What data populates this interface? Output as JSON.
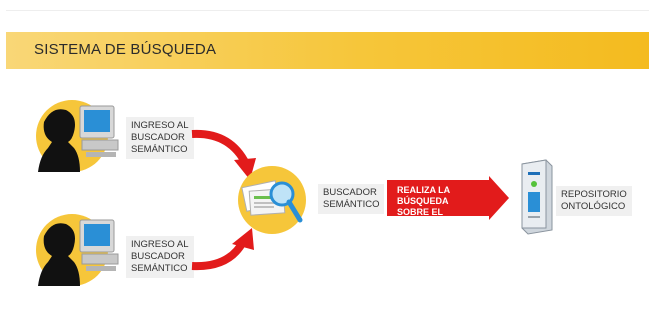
{
  "header": {
    "title": "SISTEMA DE BÚSQUEDA"
  },
  "user_top": {
    "label_lines": [
      "INGRESO AL",
      "BUSCADOR",
      "SEMÁNTICO"
    ]
  },
  "user_bottom": {
    "label_lines": [
      "INGRESO AL",
      "BUSCADOR",
      "SEMÁNTICO"
    ]
  },
  "search_engine": {
    "label_lines": [
      "BUSCADOR",
      "SEMÁNTICO"
    ]
  },
  "action": {
    "label_lines": [
      "REALIZA LA BÚSQUEDA",
      "SOBRE EL REPOSITORIO"
    ]
  },
  "repository": {
    "label_lines": [
      "REPOSITORIO",
      "ONTOLÓGICO"
    ]
  },
  "colors": {
    "accent": "#f4bb1f",
    "arrow": "#e21b1b",
    "circle": "#f6c63a"
  },
  "icons": [
    "user-computer-icon",
    "magnifier-documents-icon",
    "server-icon"
  ]
}
